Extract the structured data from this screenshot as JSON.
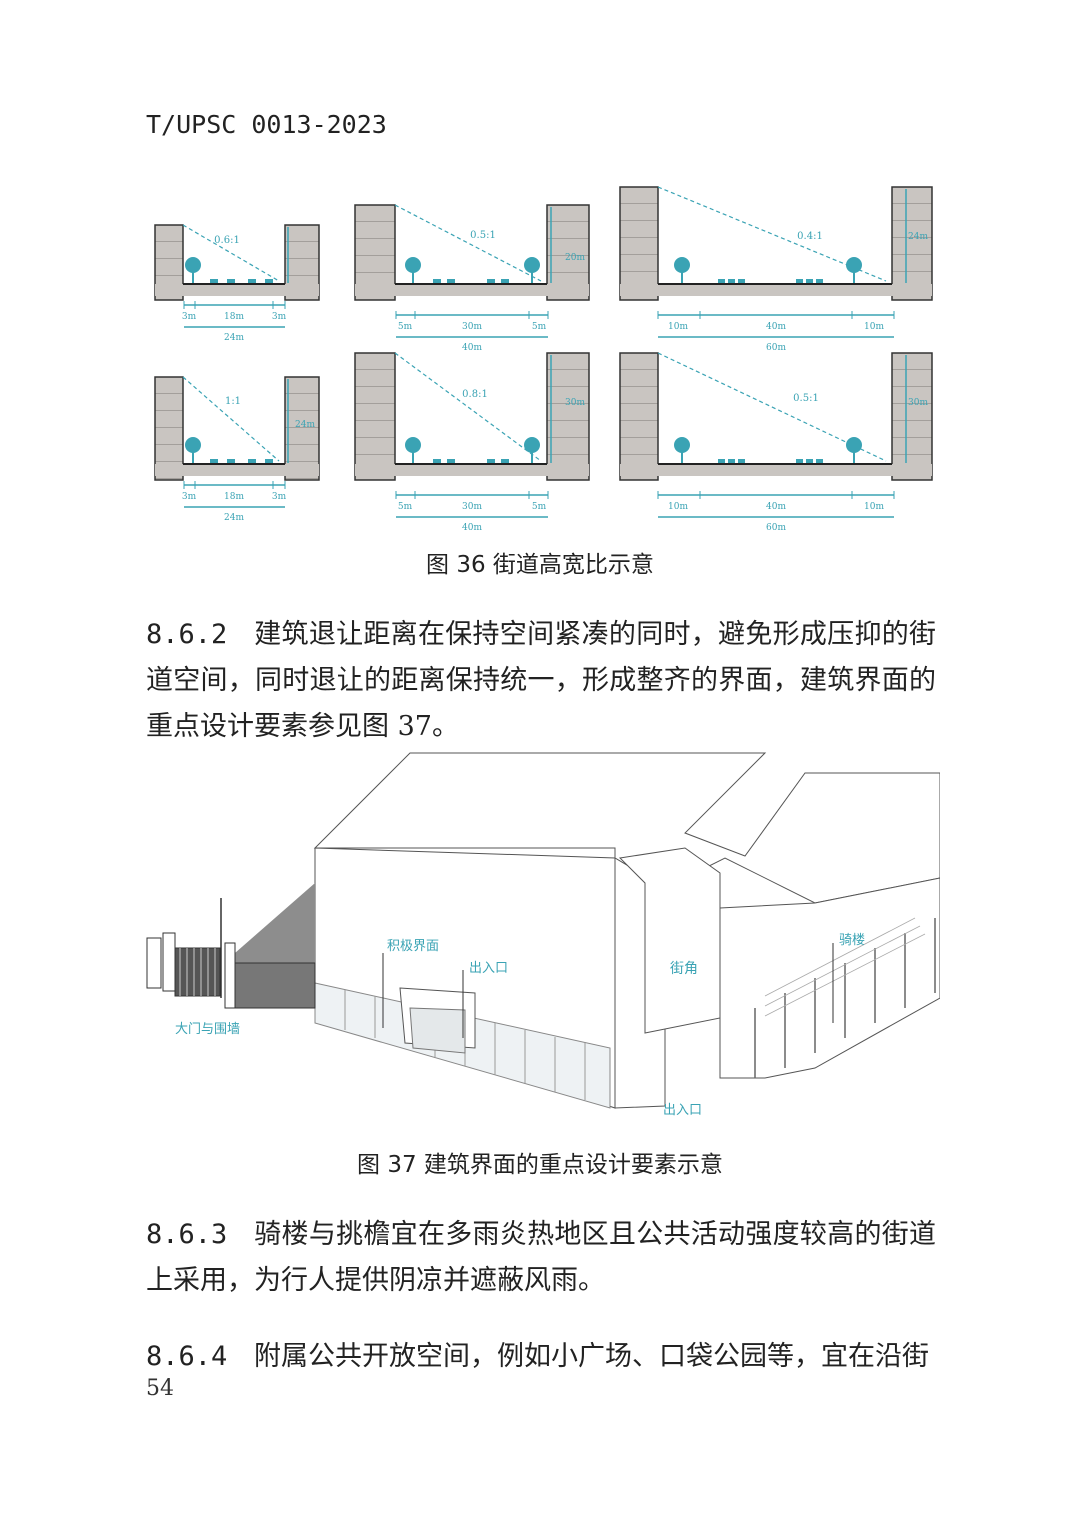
{
  "header": {
    "code": "T/UPSC 0013-2023"
  },
  "figure36": {
    "caption": "图 36 街道高宽比示意",
    "panels": [
      {
        "ratio": "0.6:1",
        "height": "",
        "dims": [
          "3m",
          "18m",
          "3m"
        ],
        "total": "24m"
      },
      {
        "ratio": "0.5:1",
        "height": "20m",
        "dims": [
          "5m",
          "30m",
          "5m"
        ],
        "total": "40m"
      },
      {
        "ratio": "0.4:1",
        "height": "24m",
        "dims": [
          "10m",
          "40m",
          "10m"
        ],
        "total": "60m"
      },
      {
        "ratio": "1:1",
        "height": "24m",
        "dims": [
          "3m",
          "18m",
          "3m"
        ],
        "total": "24m"
      },
      {
        "ratio": "0.8:1",
        "height": "30m",
        "dims": [
          "5m",
          "30m",
          "5m"
        ],
        "total": "40m"
      },
      {
        "ratio": "0.5:1",
        "height": "30m",
        "dims": [
          "10m",
          "40m",
          "10m"
        ],
        "total": "60m"
      }
    ]
  },
  "para_862": {
    "num": "8.6.2",
    "text": "建筑退让距离在保持空间紧凑的同时，避免形成压抑的街道空间，同时退让的距离保持统一，形成整齐的界面，建筑界面的重点设计要素参见图 37。"
  },
  "figure37": {
    "caption": "图 37 建筑界面的重点设计要素示意",
    "labels": {
      "gate": "大门与围墙",
      "active": "积极界面",
      "entrance1": "出入口",
      "corner": "街角",
      "arcade": "骑楼",
      "entrance2": "出入口"
    }
  },
  "para_863": {
    "num": "8.6.3",
    "text": "骑楼与挑檐宜在多雨炎热地区且公共活动强度较高的街道上采用，为行人提供阴凉并遮蔽风雨。"
  },
  "para_864": {
    "num": "8.6.4",
    "text": "附属公共开放空间，例如小广场、口袋公园等，宜在沿街"
  },
  "page_number": "54",
  "colors": {
    "accent": "#3aa3b4",
    "wall": "#c9c5c1",
    "text": "#222222"
  }
}
